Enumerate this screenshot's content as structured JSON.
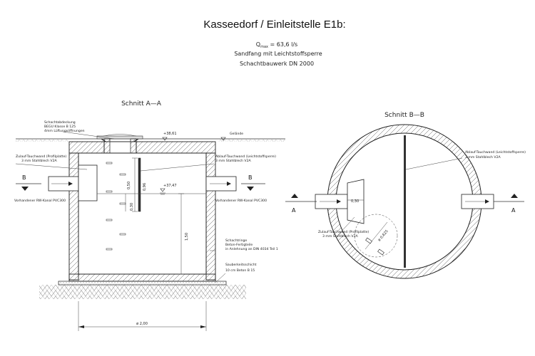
{
  "title": "Kasseedorf / Einleitstelle E1b:",
  "subtitle": {
    "flow_symbol": "Q",
    "flow_subscript": "max",
    "flow_value": " = 63,6 l/s",
    "line2": "Sandfang mit Leichtstoffsperre",
    "line3": "Schachtbauwerk DN 2000"
  },
  "section_aa": {
    "title": "Schnitt A—A",
    "elev_top": "+38,61",
    "elev_water": "+37,47",
    "gelaende": "Gelände",
    "cover_1": "Schachtabdeckung",
    "cover_2": "BEGU Klasse B 125",
    "cover_3": "4mm Lüftungsöffnungen",
    "inlet_1": "Zulauf-Tauchwand (Profilplatte)",
    "inlet_2": "3 mm Stahlblech V2A",
    "outlet_1": "Ablauf-Tauchwand (Leichtstoffsperre)",
    "outlet_2": "3 mm Stahlblech V2A",
    "pipe_in": "Vorhandener RW-Kanal PVC300",
    "pipe_out": "Vorhandener RW-Kanal PVC300",
    "ring_1": "Schachtringe",
    "ring_2": "Beton-Fertigteile",
    "ring_3": "in Anlehnung an DIN 4034 Teil 1",
    "base_1": "Sauberkeitsschicht",
    "base_2": "10 cm Beton B 15",
    "section_mark": "B",
    "dim_050": "0,50",
    "dim_096": "0,96",
    "dim_030": "0,30",
    "dim_150": "1,50",
    "dim_diameter": "ø 2,00"
  },
  "section_bb": {
    "title": "Schnitt B—B",
    "outlet_1": "Ablauf-Tauchwand (Leichtstoffsperre)",
    "outlet_2": "3 mm Stahlblech V2A",
    "inlet_1": "Zulauf-Tauchwand (Profilplatte)",
    "inlet_2": "3 mm Stahlblech V2A",
    "section_mark": "A",
    "dim_030": "0,30",
    "dim_0625": "ø 0,625"
  }
}
